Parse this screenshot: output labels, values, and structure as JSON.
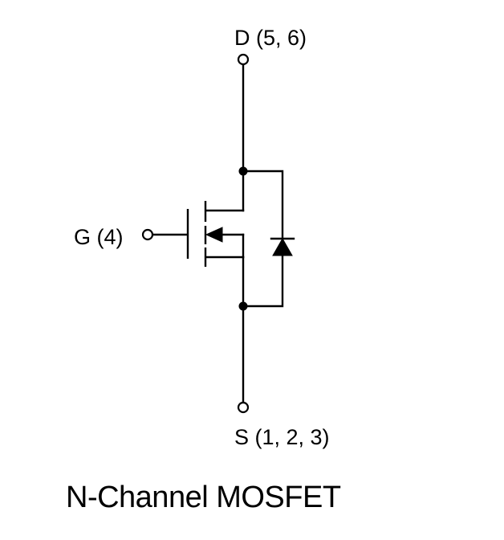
{
  "pins": {
    "drain_label": "D (5, 6)",
    "gate_label": "G (4)",
    "source_label": "S (1, 2, 3)"
  },
  "caption": "N-Channel MOSFET",
  "colors": {
    "line": "#000000",
    "background": "#ffffff"
  }
}
